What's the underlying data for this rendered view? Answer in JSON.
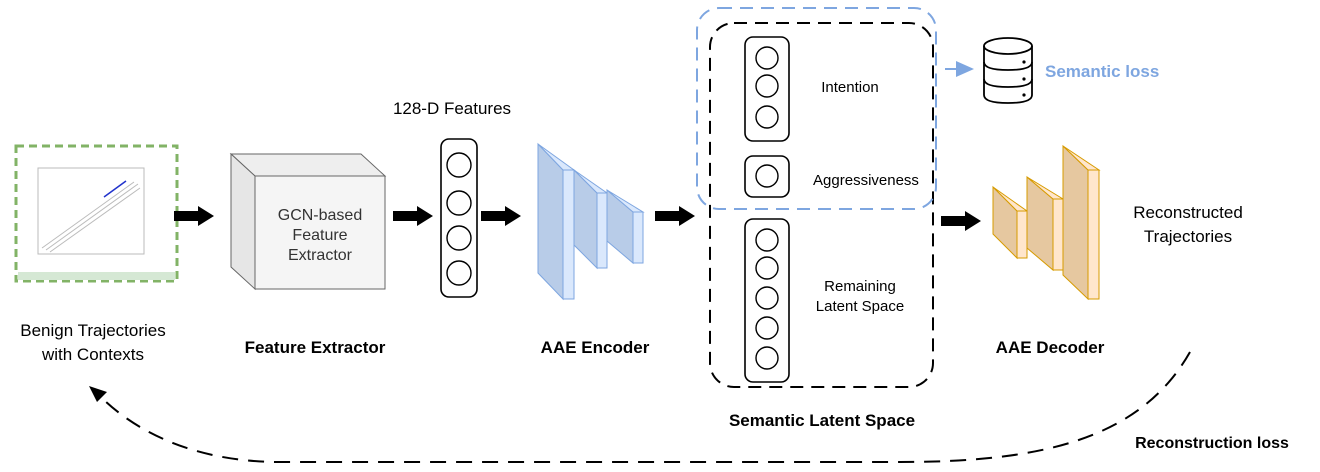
{
  "labels": {
    "features": "128-D Features",
    "gcn_line1": "GCN-based",
    "gcn_line2": "Feature",
    "gcn_line3": "Extractor",
    "intention": "Intention",
    "aggressiveness": "Aggressiveness",
    "remaining_line1": "Remaining",
    "remaining_line2": "Latent Space",
    "semantic_loss": "Semantic loss",
    "reconstructed_line1": "Reconstructed",
    "reconstructed_line2": "Trajectories",
    "benign_line1": "Benign Trajectories",
    "benign_line2": "with Contexts",
    "feature_extractor": "Feature Extractor",
    "aae_encoder": "AAE Encoder",
    "aae_decoder": "AAE Decoder",
    "semantic_latent_space": "Semantic Latent Space",
    "reconstruction_loss": "Reconstruction loss"
  },
  "colors": {
    "encoder_fill": "#cfddf1",
    "encoder_stroke": "#7ea6e0",
    "decoder_fill": "#e5c59b",
    "decoder_stroke": "#d79b00",
    "semantic_blue": "#7ea6e0",
    "input_border": "#82b366",
    "input_fill": "#d5e8d4"
  },
  "icons": {
    "database": "database-icon"
  }
}
